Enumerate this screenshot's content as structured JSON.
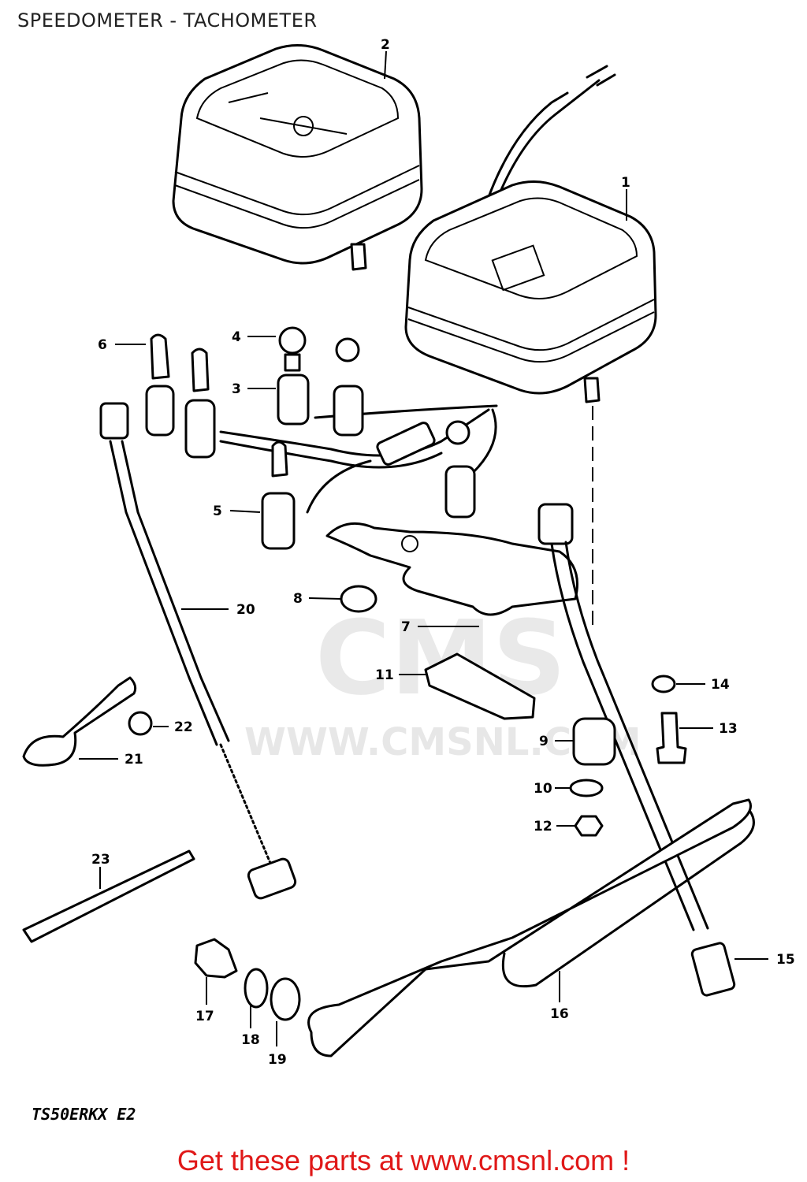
{
  "title": "SPEEDOMETER - TACHOMETER",
  "model_code": "TS50ERKX  E2",
  "watermark": {
    "logo_text": "CMS",
    "url_text": "WWW.CMSNL.COM"
  },
  "footer": {
    "link_text": "Get these parts at www.cmsnl.com !"
  },
  "callouts": [
    {
      "id": "1",
      "part": "tachometer-gauge"
    },
    {
      "id": "2",
      "part": "speedometer-gauge"
    },
    {
      "id": "3",
      "part": "bulb-socket"
    },
    {
      "id": "4",
      "part": "bulb"
    },
    {
      "id": "5",
      "part": "bulb-socket"
    },
    {
      "id": "6",
      "part": "bulb"
    },
    {
      "id": "7",
      "part": "bracket-plate"
    },
    {
      "id": "8",
      "part": "cushion"
    },
    {
      "id": "9",
      "part": "grommet"
    },
    {
      "id": "10",
      "part": "washer"
    },
    {
      "id": "11",
      "part": "plate"
    },
    {
      "id": "12",
      "part": "nut"
    },
    {
      "id": "13",
      "part": "bolt"
    },
    {
      "id": "14",
      "part": "washer"
    },
    {
      "id": "15",
      "part": "cable-end"
    },
    {
      "id": "16",
      "part": "meter-bracket"
    },
    {
      "id": "17",
      "part": "bolt"
    },
    {
      "id": "18",
      "part": "lock-washer"
    },
    {
      "id": "19",
      "part": "washer"
    },
    {
      "id": "20",
      "part": "speedometer-cable"
    },
    {
      "id": "21",
      "part": "clamp-band"
    },
    {
      "id": "22",
      "part": "clip"
    },
    {
      "id": "23",
      "part": "cable-tie"
    }
  ]
}
